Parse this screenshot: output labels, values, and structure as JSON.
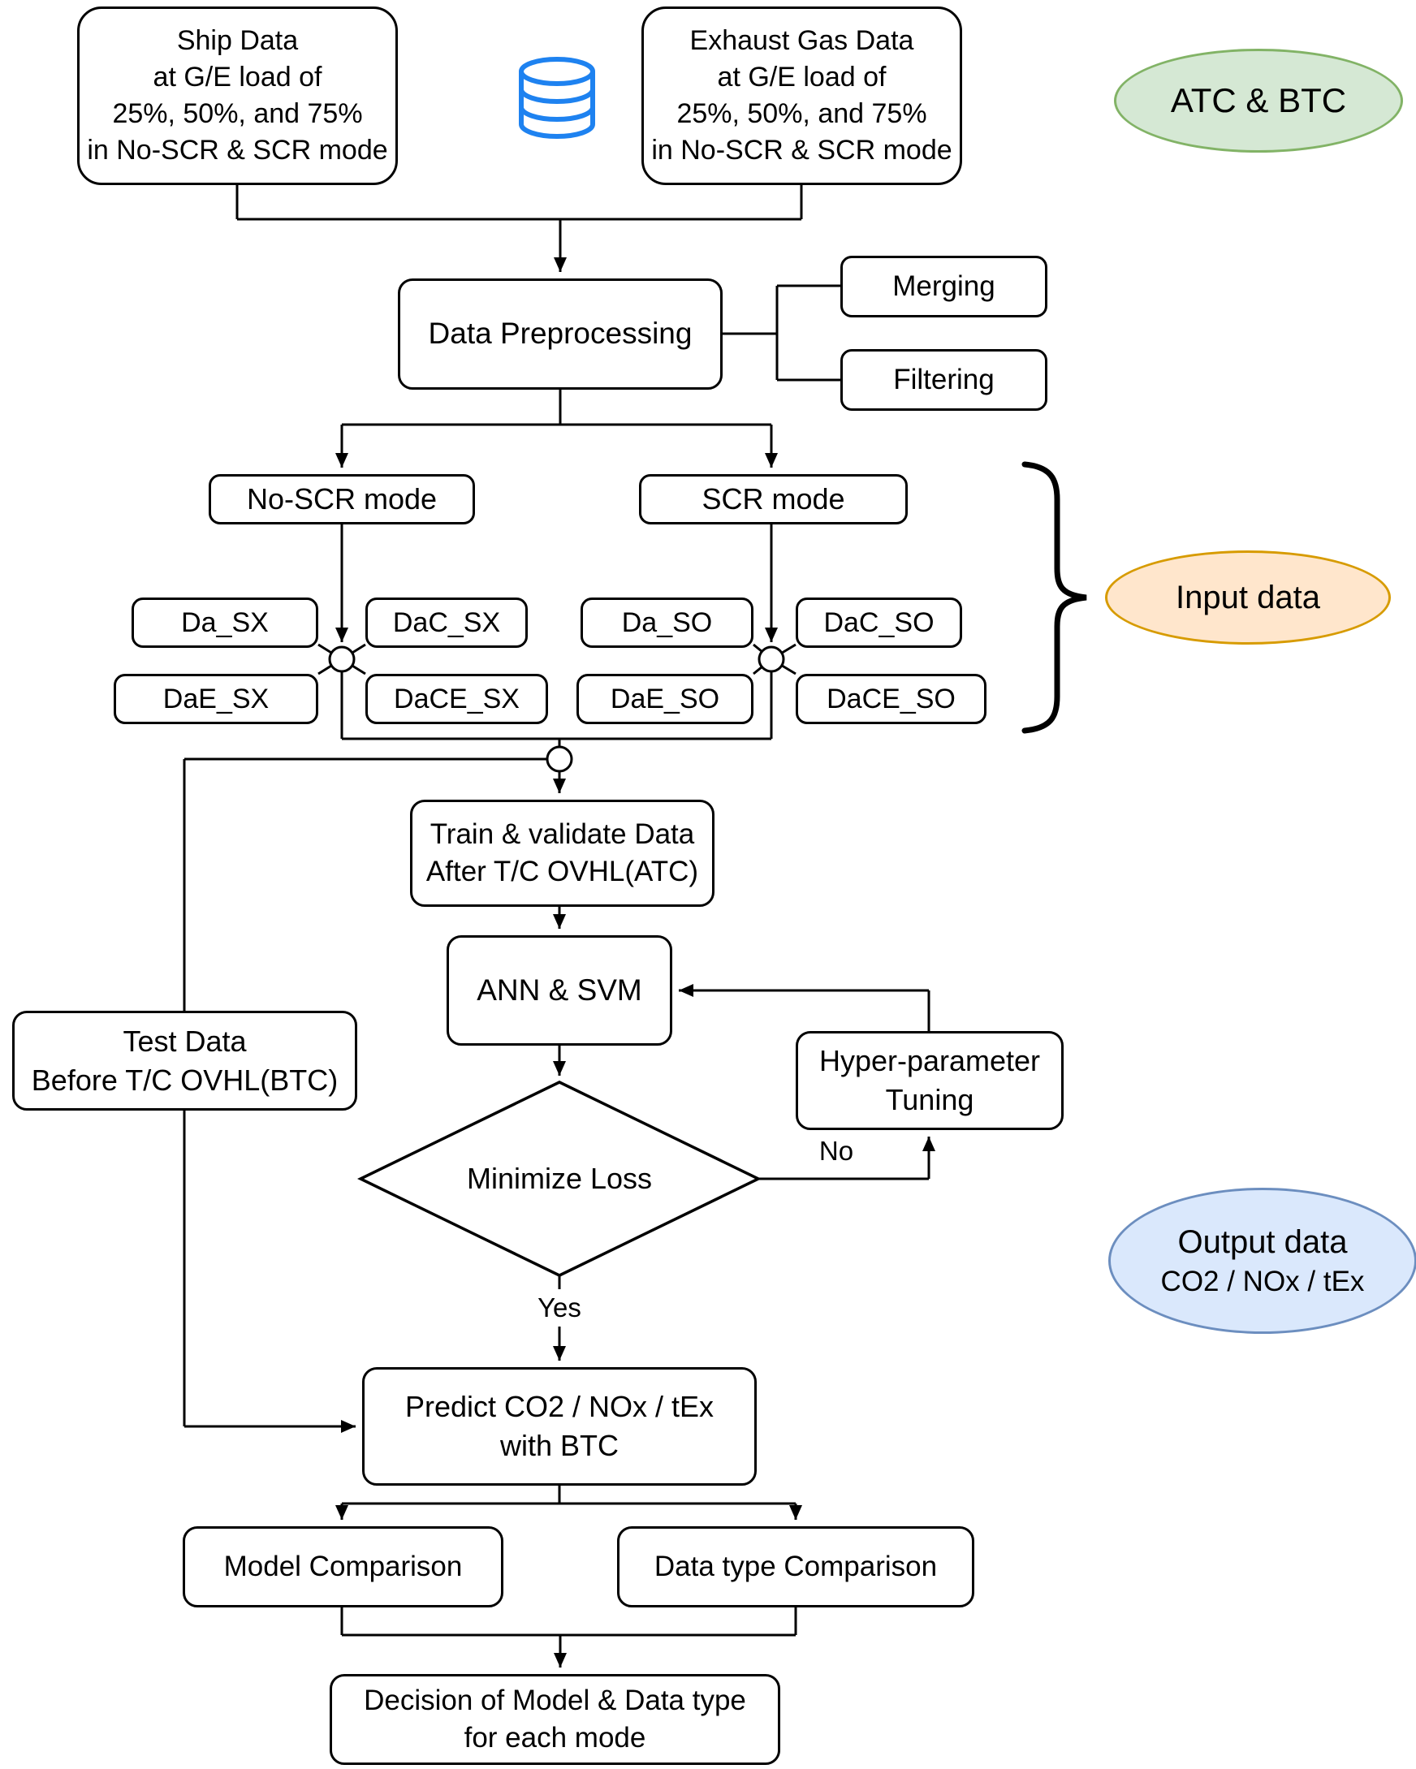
{
  "nodes": {
    "ship_data": "Ship Data\nat G/E load of\n25%, 50%, and 75%\nin No-SCR & SCR mode",
    "exhaust_data": "Exhaust Gas Data\nat G/E load of\n25%, 50%, and 75%\nin No-SCR & SCR mode",
    "preprocessing": "Data Preprocessing",
    "merging": "Merging",
    "filtering": "Filtering",
    "no_scr_mode": "No-SCR mode",
    "scr_mode": "SCR mode",
    "da_sx": "Da_SX",
    "dac_sx": "DaC_SX",
    "dae_sx": "DaE_SX",
    "dace_sx": "DaCE_SX",
    "da_so": "Da_SO",
    "dac_so": "DaC_SO",
    "dae_so": "DaE_SO",
    "dace_so": "DaCE_SO",
    "train_validate": "Train & validate Data\nAfter T/C OVHL(ATC)",
    "ann_svm": "ANN & SVM",
    "test_data": "Test Data\nBefore T/C OVHL(BTC)",
    "hyper_tuning": "Hyper-parameter\nTuning",
    "minimize_loss": "Minimize Loss",
    "predict": "Predict CO2 / NOx / tEx\nwith BTC",
    "model_comparison": "Model Comparison",
    "datatype_comparison": "Data type Comparison",
    "decision": "Decision of Model & Data type\nfor each mode"
  },
  "legend": {
    "atc_btc": "ATC & BTC",
    "input_data": "Input data",
    "output_title": "Output data",
    "output_sub": "CO2 / NOx / tEx"
  },
  "edge_labels": {
    "yes": "Yes",
    "no": "No"
  },
  "icons": {
    "database": "database-icon"
  },
  "colors": {
    "line": "#000000",
    "box_fill": "#ffffff",
    "green_fill": "#d5e8d4",
    "green_stroke": "#82b366",
    "orange_fill": "#ffe6cc",
    "orange_stroke": "#d79b00",
    "blue_fill": "#dae8fc",
    "blue_stroke": "#6c8ebf",
    "database_icon": "#1e82f0"
  }
}
